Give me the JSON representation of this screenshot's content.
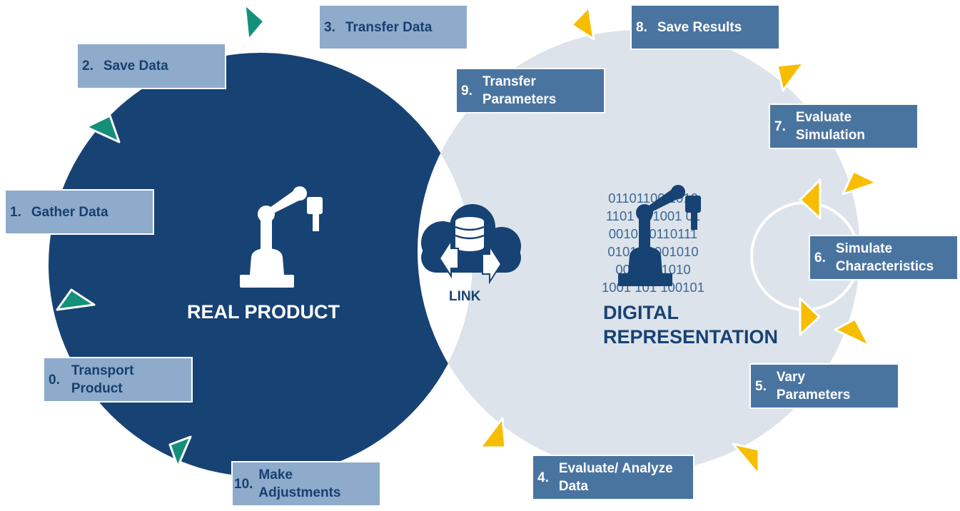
{
  "real_product": {
    "title": "REAL PRODUCT"
  },
  "link": {
    "label": "LINK"
  },
  "digital": {
    "title_line1": "DIGITAL",
    "title_line2": "REPRESENTATION",
    "binary_lines": [
      "01101100 1010",
      "1101 001001 01",
      "0010 10110111",
      "0101 11001010",
      "001 0111010",
      "1001 101 100101"
    ]
  },
  "steps": [
    {
      "num": "0.",
      "label": "Transport\nProduct"
    },
    {
      "num": "1.",
      "label": "Gather Data"
    },
    {
      "num": "2.",
      "label": "Save Data"
    },
    {
      "num": "3.",
      "label": "Transfer Data"
    },
    {
      "num": "4.",
      "label": "Evaluate/ Analyze\nData"
    },
    {
      "num": "5.",
      "label": "Vary\nParameters"
    },
    {
      "num": "6.",
      "label": "Simulate\nCharacteristics"
    },
    {
      "num": "7.",
      "label": "Evaluate\nSimulation"
    },
    {
      "num": "8.",
      "label": "Save Results"
    },
    {
      "num": "9.",
      "label": "Transfer\nParameters"
    },
    {
      "num": "10.",
      "label": "Make\nAdjustments"
    }
  ],
  "colors": {
    "real_circle": "#174274",
    "digital_circle": "#dde3ea",
    "light_box": "#8eabcb",
    "dark_box": "#4a74a0",
    "green_arrow": "#14907a",
    "yellow_arrow": "#f7bd00"
  }
}
